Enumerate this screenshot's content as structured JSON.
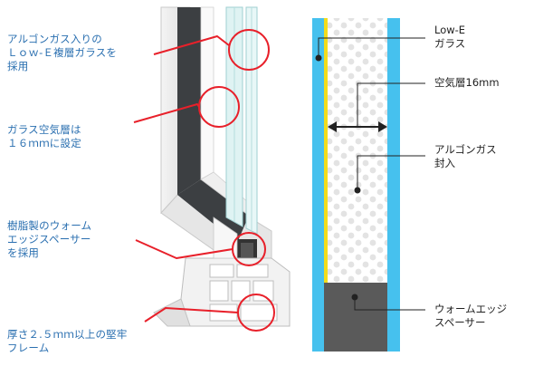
{
  "callouts": [
    {
      "id": "argon-lowe",
      "text": "アルゴンガス入りの\nＬｏｗ-Ｅ複層ガラスを\n採用"
    },
    {
      "id": "air-layer",
      "text": "ガラス空気層は\n１６ｍｍに設定"
    },
    {
      "id": "warm-edge",
      "text": "樹脂製のウォーム\nエッジスペーサー\nを採用"
    },
    {
      "id": "frame",
      "text": "厚さ２.５ｍｍ以上の堅牢\nフレーム"
    }
  ],
  "labels": [
    {
      "id": "lowe-glass",
      "text": "Low-E\nガラス"
    },
    {
      "id": "air-16mm",
      "text": "空気層16mm"
    },
    {
      "id": "argon-fill",
      "text": "アルゴンガス\n封入"
    },
    {
      "id": "warm-edge-spacer",
      "text": "ウォームエッジ\nスペーサー"
    }
  ],
  "colors": {
    "callout_text": "#2a6fb0",
    "callout_line": "#e8202a",
    "glass_blue": "#46c1ee",
    "lowe_coating": "#f3dc1c",
    "spacer": "#5a5a5a",
    "frame_dark": "#3c3f42"
  }
}
